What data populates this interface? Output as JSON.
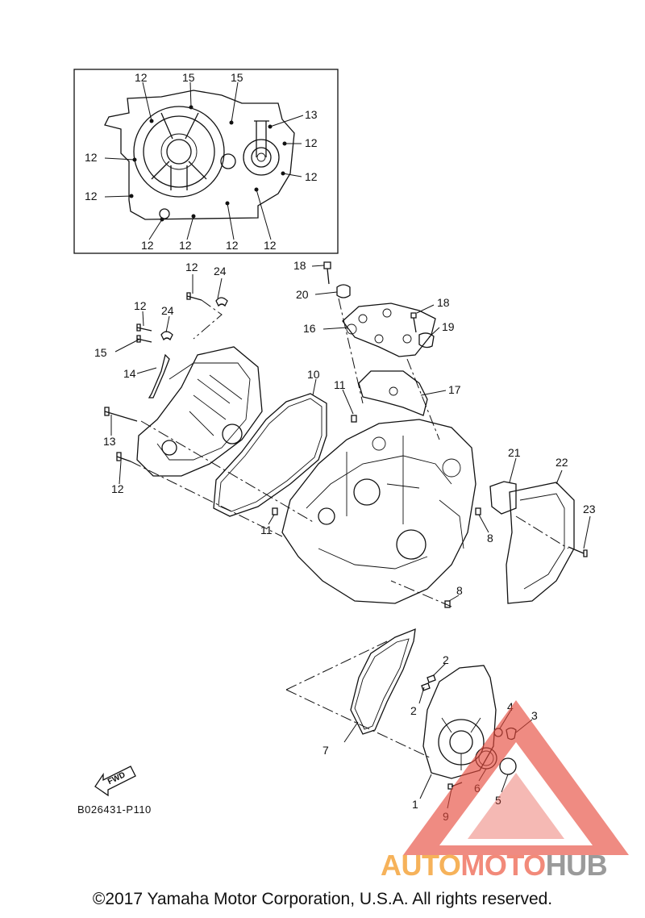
{
  "callouts": {
    "n1": "1",
    "n2": "2",
    "n3": "3",
    "n4": "4",
    "n5": "5",
    "n6": "6",
    "n7": "7",
    "n8": "8",
    "n9": "9",
    "n10": "10",
    "n11": "11",
    "n12": "12",
    "n13": "13",
    "n14": "14",
    "n15": "15",
    "n16": "16",
    "n17": "17",
    "n18": "18",
    "n19": "19",
    "n20": "20",
    "n21": "21",
    "n22": "22",
    "n23": "23",
    "n24": "24"
  },
  "fwd_label": "FWD",
  "reference_code": "B026431-P110",
  "copyright": "©2017 Yamaha Motor Corporation, U.S.A. All rights reserved.",
  "watermark": {
    "part1": "AUTO",
    "part2": "MOTO",
    "part3": "HUB"
  },
  "colors": {
    "watermark_red": "#e64a3c",
    "watermark_orange": "#f6b25a",
    "watermark_gray": "#9a9a9a"
  }
}
